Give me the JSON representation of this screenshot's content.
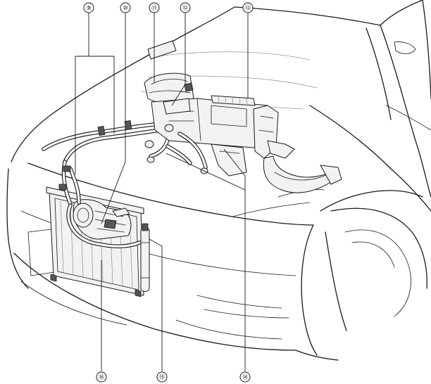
{
  "callouts": [
    {
      "id": "c9",
      "label": "⑨"
    },
    {
      "id": "c10",
      "label": "⑩"
    },
    {
      "id": "c11",
      "label": "⑪"
    },
    {
      "id": "c12",
      "label": "⑫"
    },
    {
      "id": "c13",
      "label": "⑬"
    },
    {
      "id": "c14",
      "label": "⑭"
    },
    {
      "id": "c15",
      "label": "⑮"
    },
    {
      "id": "c16",
      "label": "⑯"
    }
  ],
  "colors": {
    "line": "#1a1a1a",
    "background": "#ffffff"
  }
}
